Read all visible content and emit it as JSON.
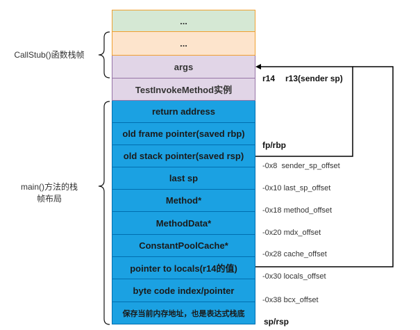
{
  "stack_cells": [
    {
      "label": "...",
      "fill": "#d5e8d4",
      "border": "#f0a030",
      "text": "#333333"
    },
    {
      "label": "...",
      "fill": "#fde4cc",
      "border": "#f0a030",
      "text": "#333333"
    },
    {
      "label": "args",
      "fill": "#e1d5e7",
      "border": "#9673a6",
      "text": "#333333"
    },
    {
      "label": "TestInvokeMethod实例",
      "fill": "#e1d5e7",
      "border": "#9673a6",
      "text": "#333333"
    },
    {
      "label": "return address",
      "fill": "#1ba1e2",
      "border": "#006eaf",
      "text": "#1a1a1a"
    },
    {
      "label": "old frame pointer(saved rbp)",
      "fill": "#1ba1e2",
      "border": "#006eaf",
      "text": "#1a1a1a"
    },
    {
      "label": "old stack pointer(saved rsp)",
      "fill": "#1ba1e2",
      "border": "#006eaf",
      "text": "#1a1a1a"
    },
    {
      "label": "last sp",
      "fill": "#1ba1e2",
      "border": "#006eaf",
      "text": "#1a1a1a"
    },
    {
      "label": "Method*",
      "fill": "#1ba1e2",
      "border": "#006eaf",
      "text": "#1a1a1a"
    },
    {
      "label": "MethodData*",
      "fill": "#1ba1e2",
      "border": "#006eaf",
      "text": "#1a1a1a"
    },
    {
      "label": "ConstantPoolCache*",
      "fill": "#1ba1e2",
      "border": "#006eaf",
      "text": "#1a1a1a"
    },
    {
      "label": "pointer to locals(r14的值)",
      "fill": "#1ba1e2",
      "border": "#006eaf",
      "text": "#1a1a1a"
    },
    {
      "label": "byte code index/pointer",
      "fill": "#1ba1e2",
      "border": "#006eaf",
      "text": "#1a1a1a"
    },
    {
      "label": "保存当前内存地址，也是表达式栈底",
      "fill": "#1ba1e2",
      "border": "#006eaf",
      "text": "#1a1a1a"
    }
  ],
  "group_labels": {
    "callstub": "CallStub()函数栈帧",
    "main_line1": "main()方法的栈",
    "main_line2": "帧布局"
  },
  "annotations": {
    "r14": "r14",
    "r13": "r13(sender sp)",
    "fp": "fp/rbp",
    "sp": "sp/rsp",
    "offsets": [
      "-0x8  sender_sp_offset",
      "-0x10 last_sp_offset",
      "-0x18 method_offset",
      "-0x20 mdx_offset",
      "-0x28 cache_offset",
      "-0x30 locals_offset",
      "-0x38 bcx_offset"
    ]
  }
}
